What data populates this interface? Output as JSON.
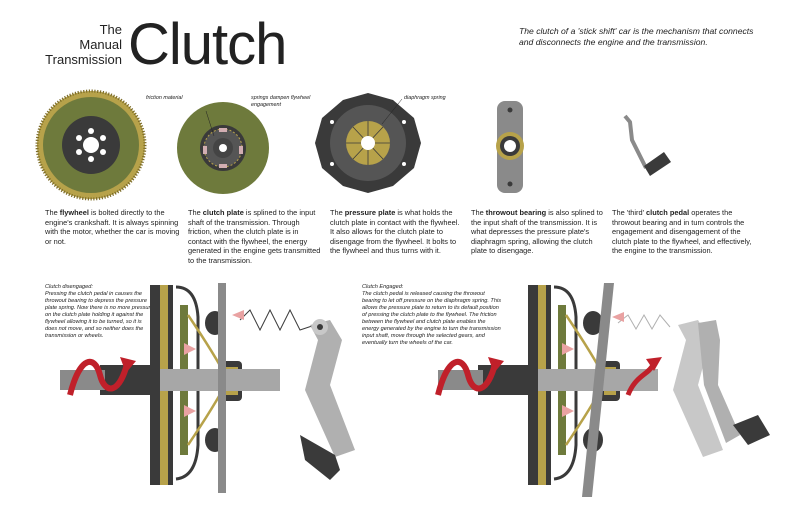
{
  "title": {
    "line1": "The",
    "line2": "Manual",
    "line3": "Transmission",
    "main": "Clutch"
  },
  "intro": "The clutch of a 'stick shift' car is the mechanism that connects and disconnects the engine and the transmission.",
  "labels": {
    "friction_material": "friction material",
    "springs": "springs dampen flywheel engagement",
    "diaphragm_spring": "diaphragm spring"
  },
  "parts": [
    {
      "pre": "The ",
      "term": "flywheel",
      "post": " is bolted directly to the engine's crankshaft.  It is always spinning with the motor, whether the car is moving or not."
    },
    {
      "pre": "The ",
      "term": "clutch plate",
      "post": " is splined to the input shaft of the transmission. Through friction, when the clutch plate is in contact with the flywheel, the energy generated in the engine gets transmitted to the transmission."
    },
    {
      "pre": "The ",
      "term": "pressure plate",
      "post": " is what holds the clutch plate in contact with the flywheel. It also allows for the clutch plate to disengage from the flywheel. It bolts to the flywheel and thus turns with it."
    },
    {
      "pre": "The ",
      "term": "throwout bearing",
      "post": " is also splined to the input shaft of the transmission. It is what depresses the pressure plate's diaphragm spring, allowing the clutch plate to disengage."
    },
    {
      "pre": "The 'third' ",
      "term": "clutch pedal",
      "post": " operates the throwout bearing and in turn controls the engagement and disengagement of the clutch plate to the flywheel, and effectively, the engine to the transmission."
    }
  ],
  "states": [
    {
      "heading": "Clutch disengaged:",
      "text": "Pressing the clutch pedal in causes the throwout bearing to depress the pressure plate spring. Now there is no more pressure on the clutch plate holding it against the flywheel allowing it to be turned, so it is does not move, and so neither does the transmission or wheels."
    },
    {
      "heading": "Clutch Engaged:",
      "text": "The clutch pedal is released causing the throwout bearing to let off pressure on the diaphragm spring. This allows the pressure plate to return to its default position of pressing the clutch plate to the flywheel. The friction between the flywheel and clutch plate enables the energy generated by the engine to turn the transmission input shaft, move through the selected gears, and eventually turn the wheels of the car."
    }
  ],
  "colors": {
    "olive": "#6e7a3c",
    "olive_dark": "#4f5a26",
    "gear_gold": "#b7a24a",
    "dark": "#3a3a3a",
    "mid": "#8a8a8a",
    "light": "#c8c8c8",
    "red": "#c0202a",
    "pink": "#e9a2a2"
  }
}
